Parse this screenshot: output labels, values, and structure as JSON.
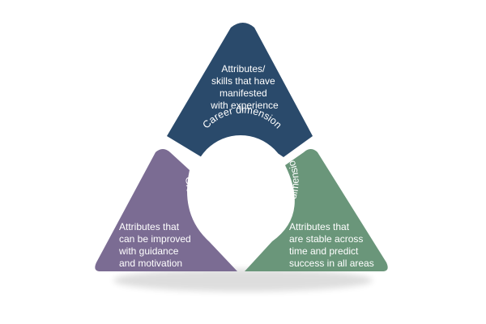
{
  "colors": {
    "career": "#2a4a6b",
    "growth": "#7b6c93",
    "foundational": "#6a967a",
    "center": "#ffffff",
    "text": "#ffffff"
  },
  "career": {
    "label": "Career dimension",
    "lines": [
      "Attributes/",
      "skills that have",
      "manifested",
      "with experience"
    ]
  },
  "growth": {
    "label": "Growth dimension",
    "lines": [
      "Attributes that",
      "can be improved",
      "with guidance",
      "and motivation"
    ]
  },
  "foundational": {
    "label": "Foundational dimension",
    "lines": [
      "Attributes that",
      "are stable across",
      "time and predict",
      "success in all areas"
    ]
  }
}
